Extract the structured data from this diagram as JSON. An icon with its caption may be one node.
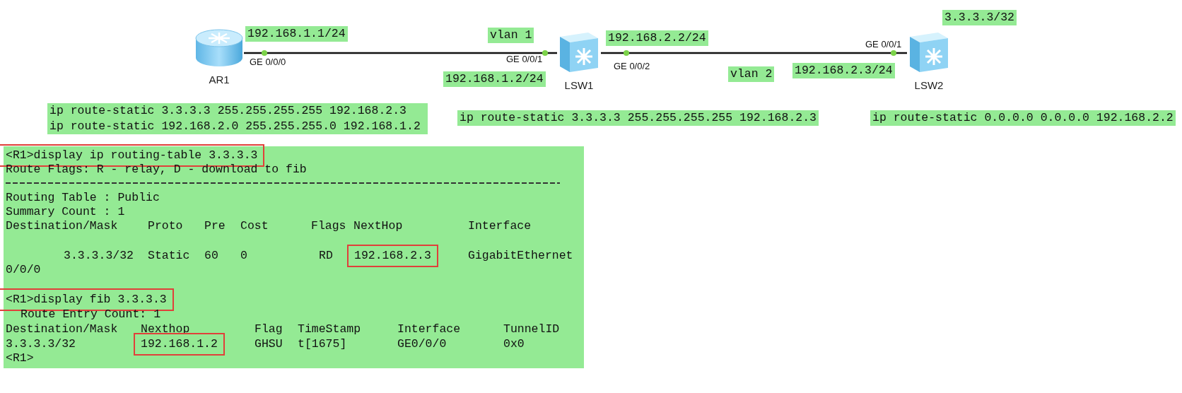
{
  "diagram": {
    "nodes": [
      {
        "text": [
          "AR1"
        ]
      },
      {
        "text": [
          "LSW1"
        ]
      },
      {
        "text": [
          "LSW2"
        ]
      }
    ],
    "edges": [
      {
        "from": 0,
        "to": 1,
        "arrow": "none"
      },
      {
        "from": 1,
        "to": 2,
        "arrow": "none"
      }
    ],
    "labels": [
      "192.168.1.1/24",
      "GE 0/0/0",
      "vlan 1",
      "GE 0/0/1",
      "192.168.1.2/24",
      "192.168.2.2/24",
      "GE 0/0/2",
      "vlan 2",
      "GE 0/0/1",
      "192.168.2.3/24",
      "3.3.3.3/32",
      "ip route-static 3.3.3.3 255.255.255.255 192.168.2.3",
      "ip route-static 192.168.2.0 255.255.255.0 192.168.1.2",
      "ip route-static 3.3.3.3 255.255.255.255 192.168.2.3",
      "ip route-static 0.0.0.0 0.0.0.0 192.168.2.2",
      "<R1>display ip routing-table 3.3.3.3",
      "Route Flags: R - relay, D - download to fib",
      "Routing Table : Public",
      "Summary Count : 1",
      "Destination/Mask",
      "Proto",
      "Pre",
      "Cost",
      "Flags",
      "NextHop",
      "Interface",
      "3.3.3.3/32",
      "Static",
      "60",
      "0",
      "RD",
      "192.168.2.3",
      "GigabitEthernet 0/0/0",
      "<R1>display fib 3.3.3.3",
      "Route Entry Count: 1",
      "Destination/Mask",
      "Nexthop",
      "Flag",
      "TimeStamp",
      "Interface",
      "TunnelID",
      "3.3.3.3/32",
      "192.168.1.2",
      "GHSU",
      "t[1675]",
      "GE0/0/0",
      "0x0",
      "<R1>"
    ]
  }
}
